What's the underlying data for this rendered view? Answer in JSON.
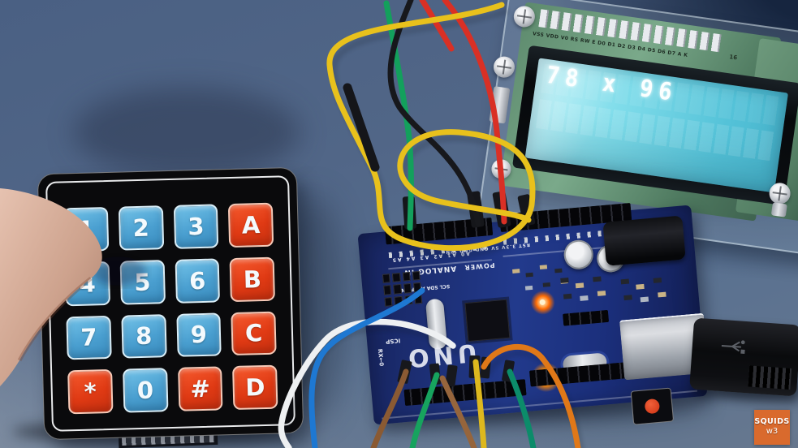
{
  "lcd": {
    "line1": "78 x 96",
    "pin_labels": "VSS VDD V0 RS RW E D0 D1 D2 D3 D4 D5 D6 D7 A K",
    "pin_number": "16"
  },
  "keypad": {
    "keys": [
      {
        "label": "1"
      },
      {
        "label": "2"
      },
      {
        "label": "3"
      },
      {
        "label": "A"
      },
      {
        "label": "4"
      },
      {
        "label": "5"
      },
      {
        "label": "6"
      },
      {
        "label": "B"
      },
      {
        "label": "7"
      },
      {
        "label": "8"
      },
      {
        "label": "9"
      },
      {
        "label": "C"
      },
      {
        "label": "*"
      },
      {
        "label": "0"
      },
      {
        "label": "#"
      },
      {
        "label": "D"
      }
    ]
  },
  "arduino": {
    "board_name": "UNO",
    "analog_label": "ANALOG IN",
    "power_label": "POWER",
    "icsp_label": "ICSP",
    "on_label": "ON",
    "analog_pins": "A0 A1 A2 A3 A4 A5",
    "power_pins": "RST 3.3V 5V GND GND VIN",
    "comm_pins": "SCL SDA AREF GND",
    "serial_label": "RX←0"
  },
  "watermark": {
    "line1": "SQUIDS",
    "line2": "w3"
  },
  "colors": {
    "desk": "#51668a",
    "desk_dark": "#16253f",
    "keypad_blue": "#4a9fd0",
    "keypad_red": "#e03a14",
    "pcb_blue": "#1f2f7a",
    "lcd_screen": "#6fd2e4",
    "lcd_pcb": "#6a9a7a",
    "wire_yellow": "#e8c11c",
    "wire_red": "#d93025",
    "wire_black": "#17181c",
    "wire_green": "#13a05c",
    "wire_white": "#eef0f2",
    "wire_blue": "#1e78d2",
    "wire_brown": "#8a5a33",
    "wire_orange": "#e07818",
    "wire_teal": "#0c8c6a",
    "led_red": "#ff4a00",
    "led_orange": "#ff8800",
    "watermark_bg": "#d96a2d"
  }
}
